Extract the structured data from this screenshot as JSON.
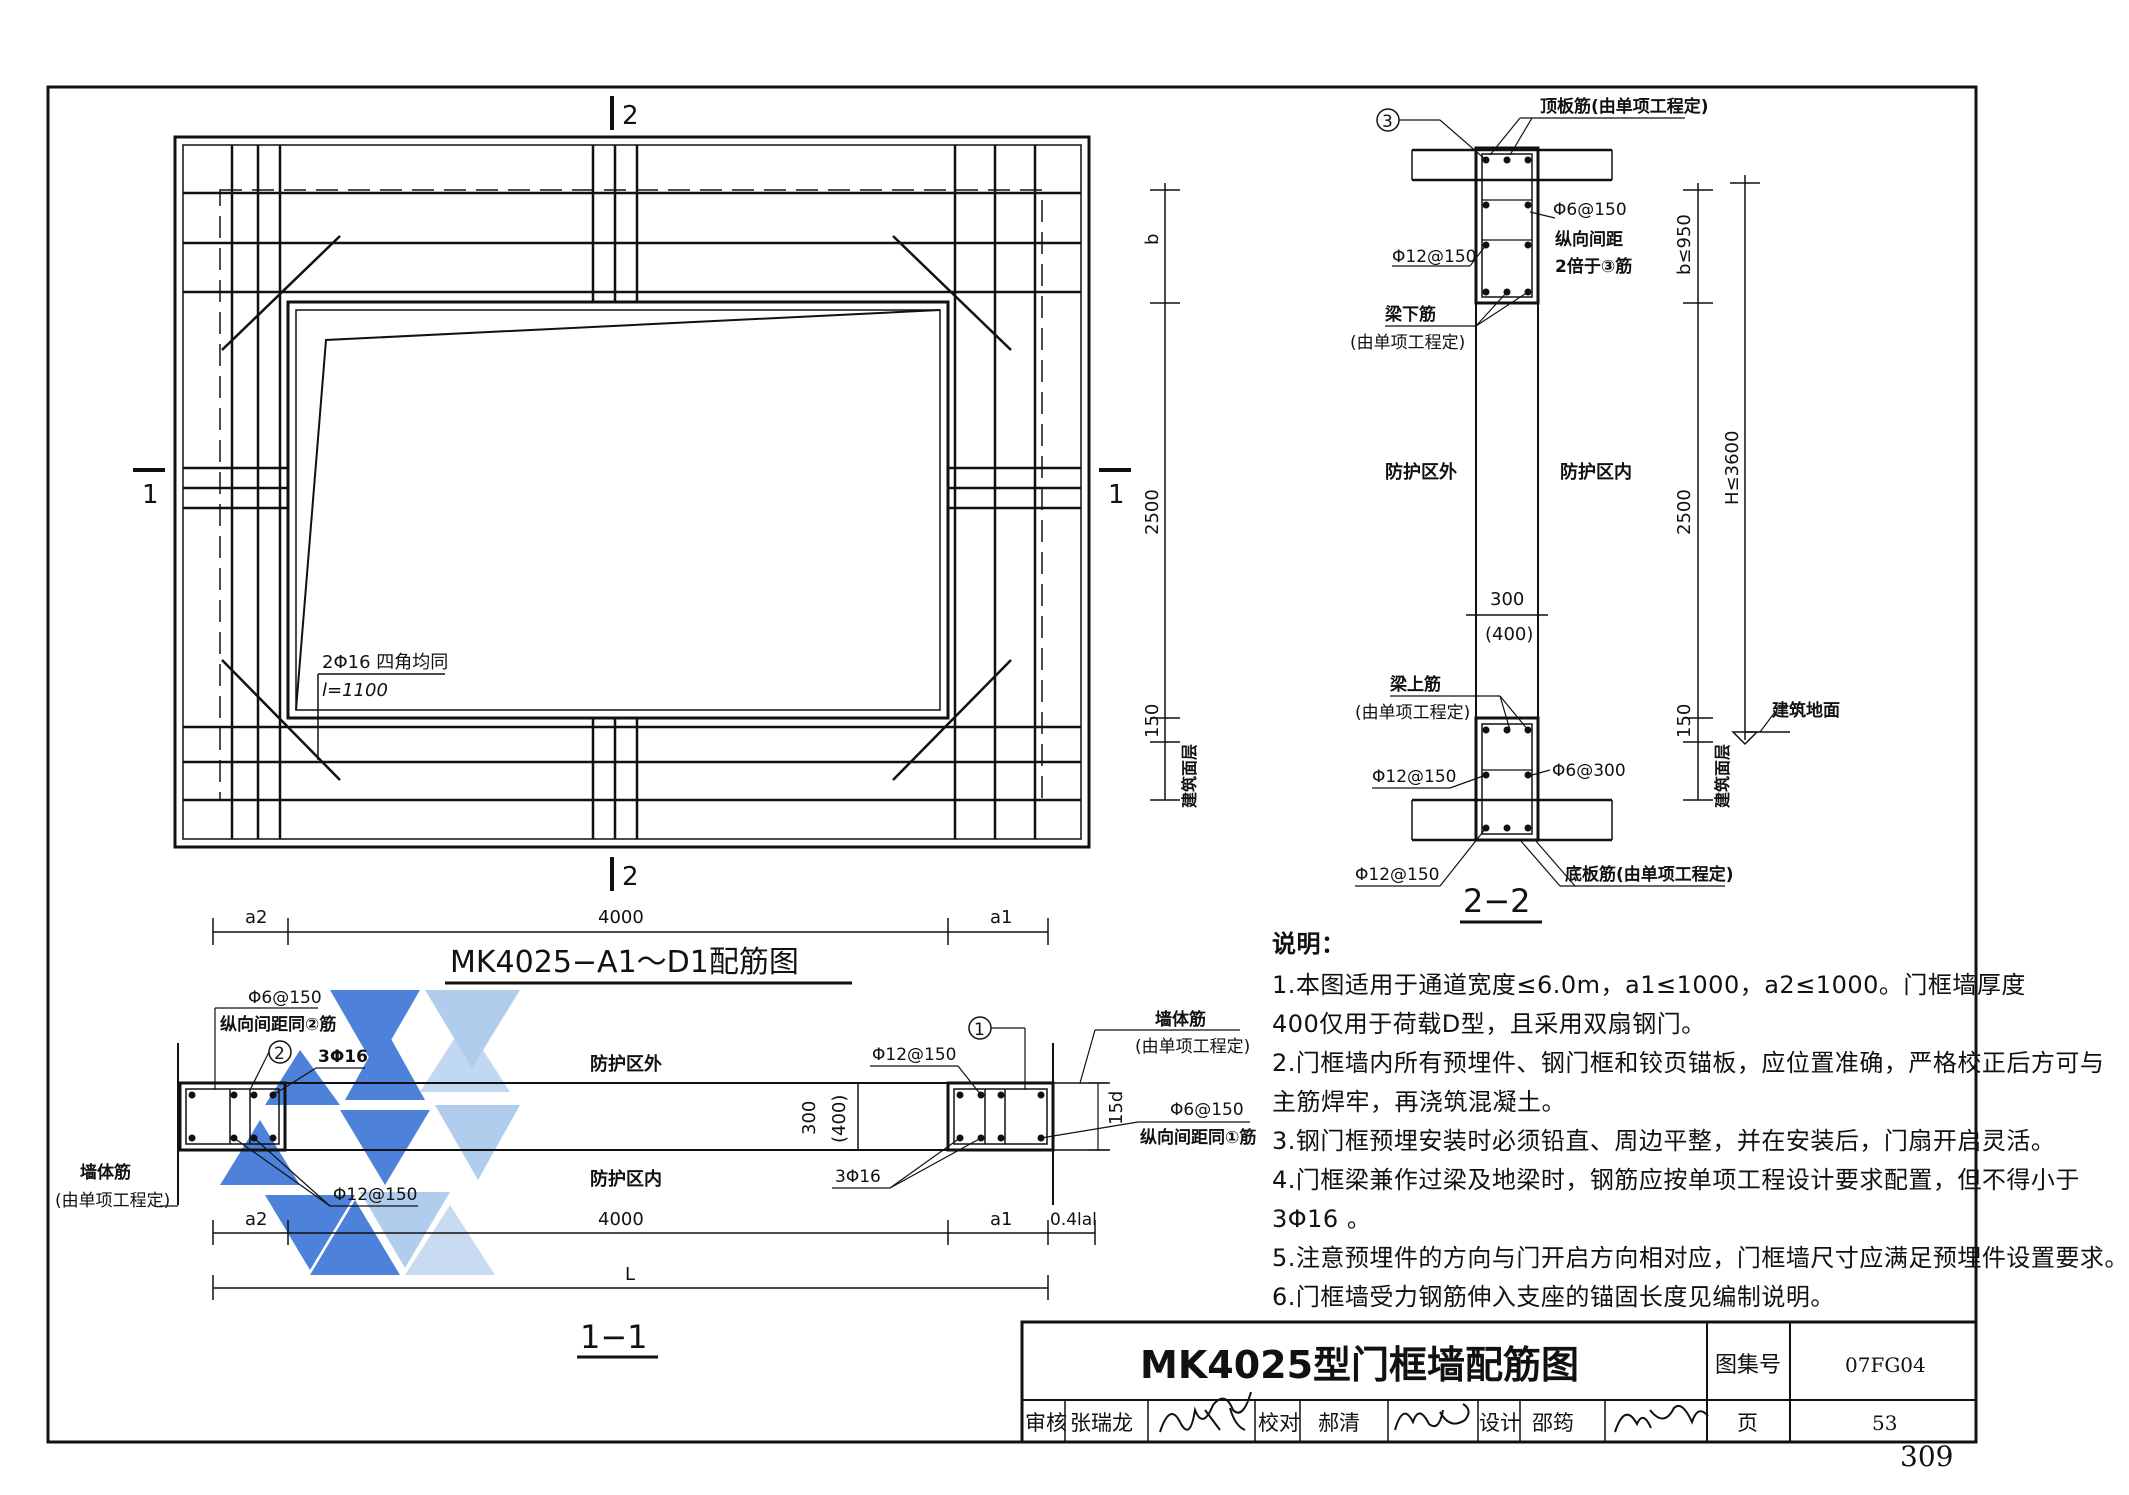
{
  "plan": {
    "section2_top": "2",
    "section2_bottom": "2",
    "section1_left": "1",
    "section1_right": "1",
    "rebar_note_line1": "2Φ16 四角均同",
    "rebar_note_line2": "l=1100",
    "dim_b": "b",
    "dim_2500": "2500",
    "dim_150": "150",
    "floor_label": "建筑面层",
    "dim_a2": "a2",
    "dim_4000": "4000",
    "dim_a1": "a1",
    "title": "MK4025−A1～D1配筋图"
  },
  "section22": {
    "marker3": "3",
    "top_slab": "顶板筋(由单项工程定)",
    "stirrup_top": "Φ6@150",
    "longi_spacing_1": "纵向间距",
    "longi_spacing_2": "2倍于③筋",
    "bar12_top": "Φ12@150",
    "beam_bottom_1": "梁下筋",
    "beam_bottom_2": "(由单项工程定)",
    "outside": "防护区外",
    "inside": "防护区内",
    "thickness": "300",
    "thickness_alt": "(400)",
    "beam_top_1": "梁上筋",
    "beam_top_2": "(由单项工程定)",
    "bar12_mid": "Φ12@150",
    "stirrup_bottom": "Φ6@300",
    "bar12_bottom": "Φ12@150",
    "bottom_slab": "底板筋(由单项工程定)",
    "dim_b": "b≤950",
    "dim_2500": "2500",
    "dim_150": "150",
    "dim_H": "H≤3600",
    "ground": "建筑地面",
    "floor_label": "建筑面层",
    "title": "2−2"
  },
  "section11": {
    "stirrup_left": "Φ6@150",
    "longi_left": "纵向间距同②筋",
    "marker2": "2",
    "bars_3_left": "3Φ16",
    "outside": "防护区外",
    "bar12_right": "Φ12@150",
    "marker1": "1",
    "wall_bar_right_1": "墙体筋",
    "wall_bar_right_2": "(由单项工程定)",
    "thickness": "300",
    "thickness_alt": "(400)",
    "dim_15d": "15d",
    "stirrup_right": "Φ6@150",
    "longi_right": "纵向间距同①筋",
    "wall_bar_left_1": "墙体筋",
    "wall_bar_left_2": "(由单项工程定)",
    "bar12_left": "Φ12@150",
    "inside": "防护区内",
    "bars_3_right": "3Φ16",
    "dim_a2": "a2",
    "dim_4000": "4000",
    "dim_a1": "a1",
    "dim_04": "0.4lal",
    "dim_L": "L",
    "title": "1−1"
  },
  "notes": {
    "heading": "说明：",
    "lines": [
      "1.本图适用于通道宽度≤6.0m，a1≤1000，a2≤1000。门框墙厚度",
      "400仅用于荷载D型，且采用双扇钢门。",
      "2.门框墙内所有预埋件、钢门框和铰页锚板，应位置准确，严格校正后方可与",
      "主筋焊牢，再浇筑混凝土。",
      "3.钢门框预埋安装时必须铅直、周边平整，并在安装后，门扇开启灵活。",
      "4.门框梁兼作过梁及地梁时，钢筋应按单项工程设计要求配置，但不得小于",
      "3Φ16 。",
      "5.注意预埋件的方向与门开启方向相对应，门框墙尺寸应满足预埋件设置要求。",
      "6.门框墙受力钢筋伸入支座的锚固长度见编制说明。"
    ]
  },
  "title_block": {
    "drawing_title": "MK4025型门框墙配筋图",
    "atlas_label": "图集号",
    "atlas_no": "07FG04",
    "review_label": "审核",
    "reviewer": "张瑞龙",
    "check_label": "校对",
    "checker": "郝清",
    "design_label": "设计",
    "designer": "邵筠",
    "page_label": "页",
    "page_no": "53"
  },
  "page_number": "309",
  "colors": {
    "line": "#111111",
    "watermark_dark": "#3b74d6",
    "watermark_light": "#a9c8ec"
  }
}
